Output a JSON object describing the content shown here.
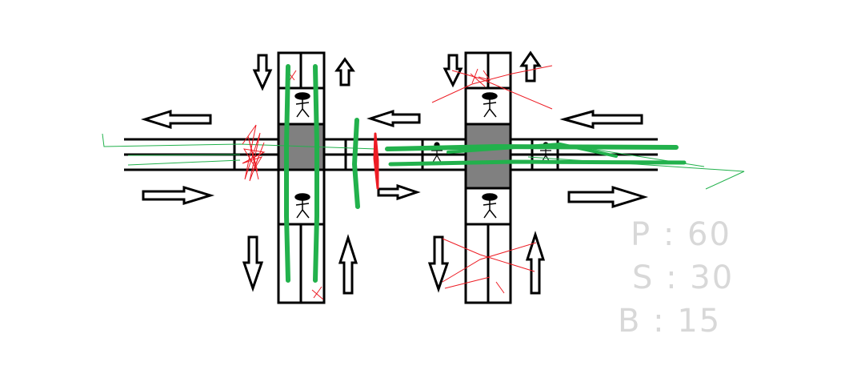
{
  "colors": {
    "road_outline": "#000000",
    "intersection": "#808080",
    "background": "#ffffff",
    "green_mark": "#22b14c",
    "red_mark": "#ed1c24",
    "sketch_text": "#d4d4d4"
  },
  "legend": {
    "p_label": "P",
    "p_value": "60",
    "s_label": "S",
    "s_value": "30",
    "b_label": "B",
    "b_value": "15"
  },
  "icons": [
    "arrow-left-icon",
    "arrow-right-icon",
    "arrow-up-icon",
    "arrow-down-icon",
    "pedestrian-icon"
  ]
}
